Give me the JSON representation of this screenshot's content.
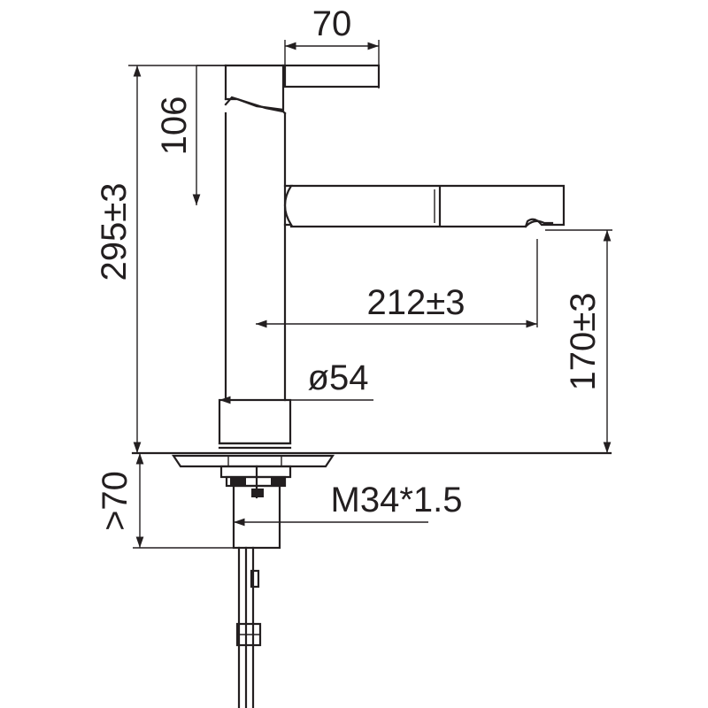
{
  "dimensions": {
    "handle_width": "70",
    "handle_height": "106",
    "total_height": "295±3",
    "spout_reach": "212±3",
    "spout_clearance": "170±3",
    "body_diameter": "ø54",
    "thread": "M34*1.5",
    "mount_depth": ">70"
  },
  "colors": {
    "stroke": "#231f20",
    "background": "#ffffff"
  }
}
